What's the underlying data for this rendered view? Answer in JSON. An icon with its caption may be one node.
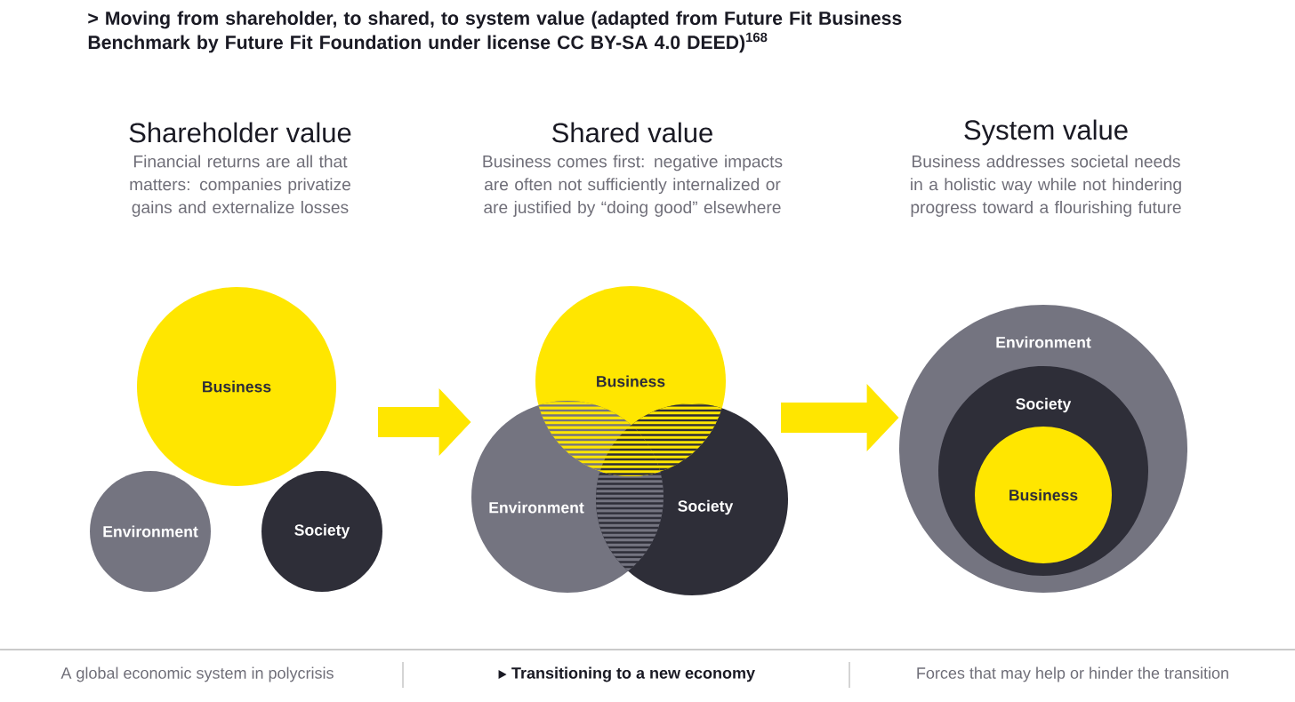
{
  "diagram": {
    "title": "> Moving from shareholder, to shared, to system value (adapted from Future Fit Business Benchmark by Future Fit Foundation under license CC BY-SA 4.0 DEED)$^{168}$",
    "nodes": [
      {
        "text": [
          "Business"
        ]
      },
      {
        "text": [
          "Environment"
        ]
      },
      {
        "text": [
          "Society"
        ]
      },
      {
        "text": [
          "Business"
        ]
      },
      {
        "text": [
          "Environment"
        ]
      },
      {
        "text": [
          "Society"
        ]
      },
      {
        "text": [
          "Environment"
        ]
      },
      {
        "text": [
          "Society"
        ],
        "in": 6
      },
      {
        "text": [
          "Business"
        ],
        "in": 7
      }
    ],
    "edges": [
      {
        "from": null,
        "to": 4,
        "arrow": "to"
      },
      {
        "from": null,
        "to": 6,
        "arrow": "to"
      }
    ],
    "labels": [
      "Shareholder value",
      "Shared value",
      "System value",
      "Financial returns are all that matters: companies privatize gains and externalize losses",
      "Business comes first: negative impacts are often not sufficiently internalized or are justified by “doing good” elsewhere",
      "Business addresses societal needs in a holistic way while not hindering progress toward a flourishing future",
      "A global economic system in polycrisis",
      "Transitioning to a new economy",
      "Forces that may help or hinder the transition"
    ]
  }
}
